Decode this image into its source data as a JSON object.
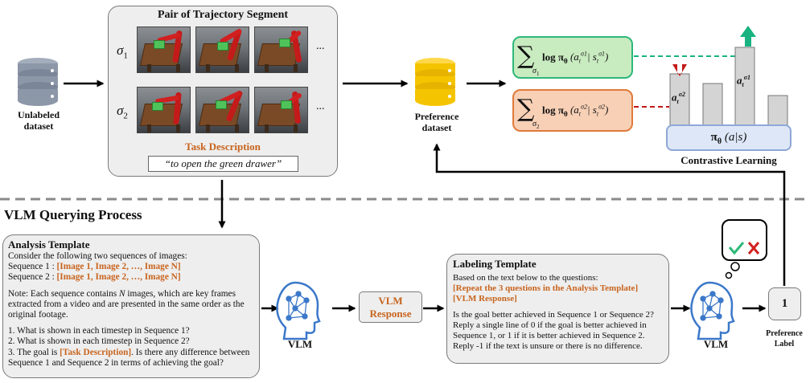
{
  "top": {
    "unlabeled_label": "Unlabeled\ndataset",
    "pair_title": "Pair of Trajectory Segment",
    "sigma1": "σ",
    "sigma1_sub": "1",
    "sigma2": "σ",
    "sigma2_sub": "2",
    "ellipsis": "...",
    "task_description_label": "Task Description",
    "task_description_text": "“to open the green drawer”",
    "preference_label": "Preference\ndataset",
    "formula1": "log π",
    "formula2": "log π",
    "policy_label": "π",
    "policy_arg": "(a|s)",
    "contrastive_label": "Contrastive Learning",
    "theta": "θ"
  },
  "section": {
    "title": "VLM Querying Process"
  },
  "analysis": {
    "title": "Analysis Template",
    "line1": "Consider the following two sequences of images:",
    "seq1_prefix": "Sequence 1 : ",
    "seq1_images": "[Image 1, Image 2, …, Image N]",
    "seq2_prefix": "Sequence 2 : ",
    "seq2_images": "[Image 1, Image 2, …, Image N]",
    "note_a": "Note: Each sequence contains ",
    "note_n": "N",
    "note_b": " images, which are key frames extracted from a video and are presented in the same order as the original footage.",
    "q1": "1. What is shown in each timestep in Sequence 1?",
    "q2": "2. What is shown in each timestep in Sequence 2?",
    "q3_a": "3. The goal is ",
    "q3_task": "[Task Description]",
    "q3_b": ". Is there any difference between Sequence 1 and Sequence 2 in terms of achieving the goal?"
  },
  "vlm": {
    "label1": "VLM",
    "response": "VLM\nResponse",
    "label2": "VLM"
  },
  "labeling": {
    "title": "Labeling Template",
    "line1": "Based on the text below to the questions:",
    "repeat": "[Repeat the 3 questions in the Analysis Template]",
    "resp": "[VLM Response]",
    "q_a": "Is the goal better achieved in Sequence 1 or Sequence 2?",
    "q_b": "Reply a single line of 0 if the goal is better achieved in Sequence 1, or 1 if it is better achieved in Sequence 2.",
    "q_c": "Reply -1 if the text is unsure or there is no difference."
  },
  "output": {
    "value": "1",
    "label": "Preference\nLabel"
  },
  "colors": {
    "dataset_gray": "#8c97a8",
    "dataset_gold": "#f5c400",
    "formula1_fill": "#c9ebc0",
    "formula1_border": "#2eb87a",
    "formula2_fill": "#f7d0b6",
    "formula2_border": "#e07a3a",
    "policy_fill": "#dde7f7",
    "policy_border": "#8fa8d6",
    "accent_orange": "#c8641e",
    "vlm_blue": "#3b78c9",
    "arrow_green": "#18b380",
    "arrow_red": "#c41818"
  }
}
